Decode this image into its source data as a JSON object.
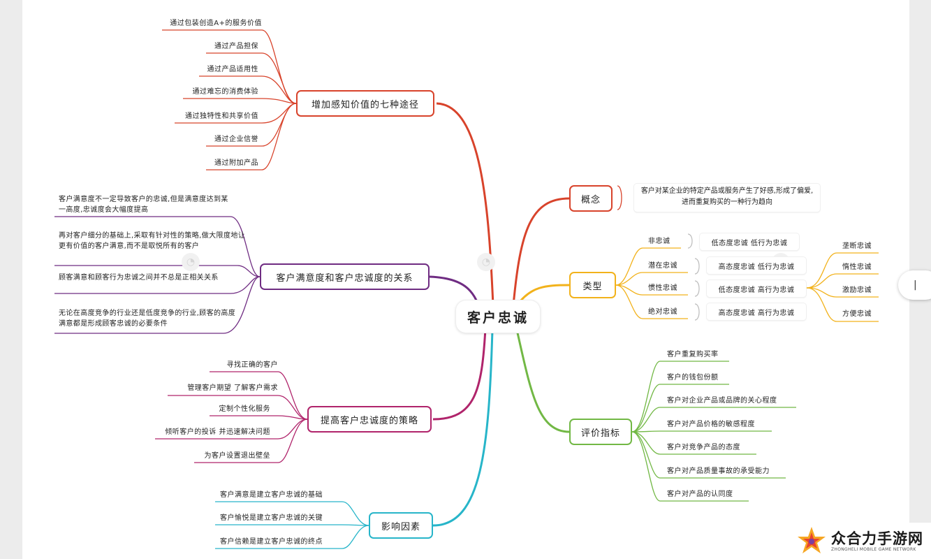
{
  "center": "客户忠诚",
  "branches": {
    "perceived": {
      "title": "增加感知价值的七种途径",
      "color": "#d8432b",
      "leaves": [
        "通过包装创造A+的服务价值",
        "通过产品担保",
        "通过产品适用性",
        "通过难忘的消费体验",
        "通过独特性和共享价值",
        "通过企业信誉",
        "通过附加产品"
      ]
    },
    "relation": {
      "title": "客户满意度和客户忠诚度的关系",
      "color": "#6f2c82",
      "leaves": [
        "客户满意度不一定导致客户的忠诚,但是满意度达到某一高度,忠诚度会大幅度提高",
        "再对客户细分的基础上,采取有针对性的策略,做大限度地让更有价值的客户满意,而不是取悦所有的客户",
        "顾客满意和顾客行为忠诚之间并不总是正相关关系",
        "无论在高度竞争的行业还是低度竞争的行业,顾客的高度满意都是形成顾客忠诚的必要条件"
      ]
    },
    "strategy": {
      "title": "提高客户忠诚度的策略",
      "color": "#b0246b",
      "leaves": [
        "寻找正确的客户",
        "管理客户期望 了解客户需求",
        "定制个性化服务",
        "倾听客户的投诉 并迅速解决问题",
        "为客户设置退出壁垒"
      ]
    },
    "factors": {
      "title": "影响因素",
      "color": "#27b5c9",
      "leaves": [
        "客户满意是建立客户忠诚的基础",
        "客户愉悦是建立客户忠诚的关键",
        "客户信赖是建立客户忠诚的终点"
      ]
    },
    "concept": {
      "title": "概念",
      "color": "#d8432b",
      "desc": "客户对某企业的特定产品或服务产生了好感,形成了偏爱,进而重复购买的一种行为趋向"
    },
    "types": {
      "title": "类型",
      "color": "#f2b21b",
      "items": [
        {
          "name": "非忠诚",
          "detail": "低态度忠诚  低行为忠诚"
        },
        {
          "name": "潜在忠诚",
          "detail": "高态度忠诚  低行为忠诚"
        },
        {
          "name": "惯性忠诚",
          "detail": "低态度忠诚  高行为忠诚"
        },
        {
          "name": "绝对忠诚",
          "detail": "高态度忠诚  高行为忠诚"
        }
      ],
      "sub": [
        "垄断忠诚",
        "惰性忠诚",
        "激励忠诚",
        "方便忠诚"
      ]
    },
    "metrics": {
      "title": "评价指标",
      "color": "#72b845",
      "leaves": [
        "客户重复购买率",
        "客户的钱包份额",
        "客户对企业产品或品牌的关心程度",
        "客户对产品价格的敏感程度",
        "客户对竞争产品的态度",
        "客户对产品质量事故的承受能力",
        "客户对产品的认同度"
      ]
    }
  },
  "logo": {
    "name": "众合力手游网",
    "sub": "ZHONGHELI MOBILE GAME NETWORK",
    "colors": [
      "#f6a623",
      "#e8432e",
      "#7b3fa0"
    ]
  },
  "scroll_handle": "|"
}
